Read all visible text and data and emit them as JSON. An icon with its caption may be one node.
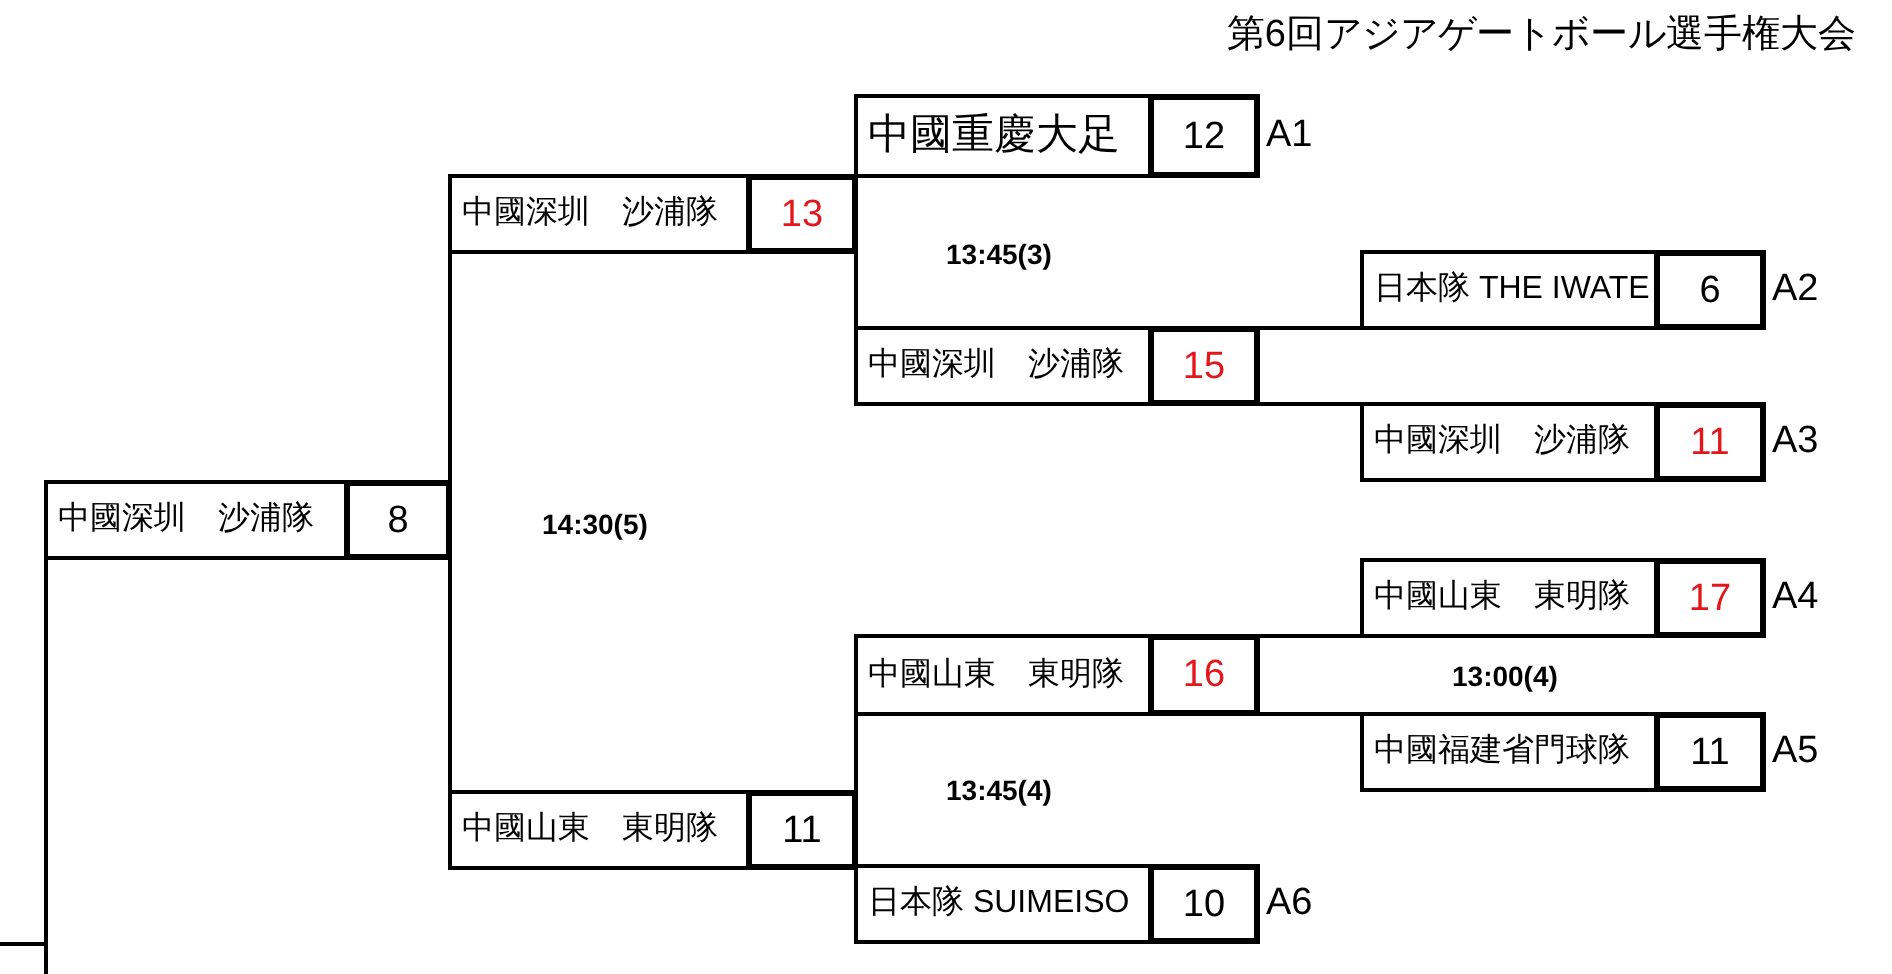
{
  "diagram": {
    "title": "第6回アジアゲートボール選手権大会",
    "nodes": [
      {
        "text": [
          "中國重慶大足",
          "12"
        ],
        "beside": [
          "A1"
        ]
      },
      {
        "text": [
          "中國深圳　沙浦隊",
          "13"
        ]
      },
      {
        "text": [
          "日本隊 THE IWATE",
          "6"
        ],
        "beside": [
          "A2"
        ]
      },
      {
        "text": [
          "中國深圳　沙浦隊",
          "15"
        ]
      },
      {
        "text": [
          "中國深圳　沙浦隊",
          "11"
        ],
        "beside": [
          "A3"
        ]
      },
      {
        "text": [
          "中國深圳　沙浦隊",
          "8"
        ]
      },
      {
        "text": [
          "中國山東　東明隊",
          "17"
        ],
        "beside": [
          "A4"
        ]
      },
      {
        "text": [
          "中國山東　東明隊",
          "16"
        ]
      },
      {
        "text": [
          "中國福建省門球隊",
          "11"
        ],
        "beside": [
          "A5"
        ]
      },
      {
        "text": [
          "中國山東　東明隊",
          "11"
        ]
      },
      {
        "text": [
          "日本隊 SUIMEISO",
          "10"
        ],
        "beside": [
          "A6"
        ]
      }
    ],
    "edges": [
      {
        "from": 0,
        "to": 1,
        "arrow": "none"
      },
      {
        "from": 3,
        "to": 1,
        "arrow": "none"
      },
      {
        "from": 2,
        "to": 3,
        "arrow": "none"
      },
      {
        "from": 4,
        "to": 3,
        "arrow": "none"
      },
      {
        "from": 1,
        "to": 5,
        "arrow": "none"
      },
      {
        "from": 9,
        "to": 5,
        "arrow": "none"
      },
      {
        "from": 5,
        "to": null,
        "arrow": "none"
      },
      {
        "from": 6,
        "to": 7,
        "arrow": "none"
      },
      {
        "from": 8,
        "to": 7,
        "arrow": "none"
      },
      {
        "from": 7,
        "to": 9,
        "arrow": "none"
      },
      {
        "from": 10,
        "to": 9,
        "arrow": "none"
      }
    ],
    "labels": [
      "13:45(3)",
      "14:30(5)",
      "13:00(4)",
      "13:45(4)"
    ]
  }
}
